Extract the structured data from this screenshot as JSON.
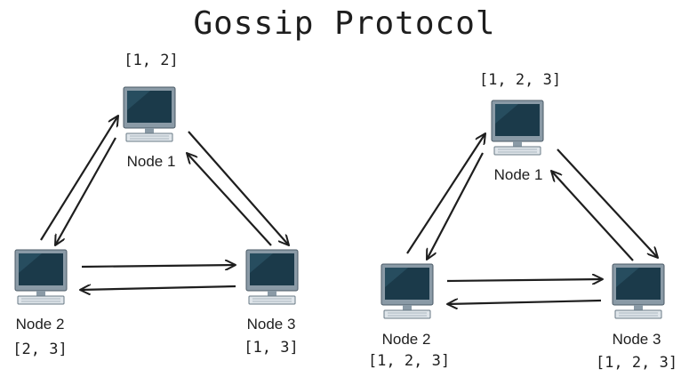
{
  "title": "Gossip Protocol",
  "left_diagram": {
    "node1": {
      "label": "Node 1",
      "state": "[1, 2]"
    },
    "node2": {
      "label": "Node 2",
      "state": "[2, 3]"
    },
    "node3": {
      "label": "Node 3",
      "state": "[1, 3]"
    }
  },
  "right_diagram": {
    "node1": {
      "label": "Node 1",
      "state": "[1, 2, 3]"
    },
    "node2": {
      "label": "Node 2",
      "state": "[1, 2, 3]"
    },
    "node3": {
      "label": "Node 3",
      "state": "[1, 2, 3]"
    }
  },
  "colors": {
    "monitor_frame": "#8a9aa6",
    "monitor_screen": "#1b3a4a",
    "screen_highlight": "#3f6d82",
    "arrow": "#1e1e1e"
  },
  "icons": {
    "node": "computer-monitor-icon"
  }
}
